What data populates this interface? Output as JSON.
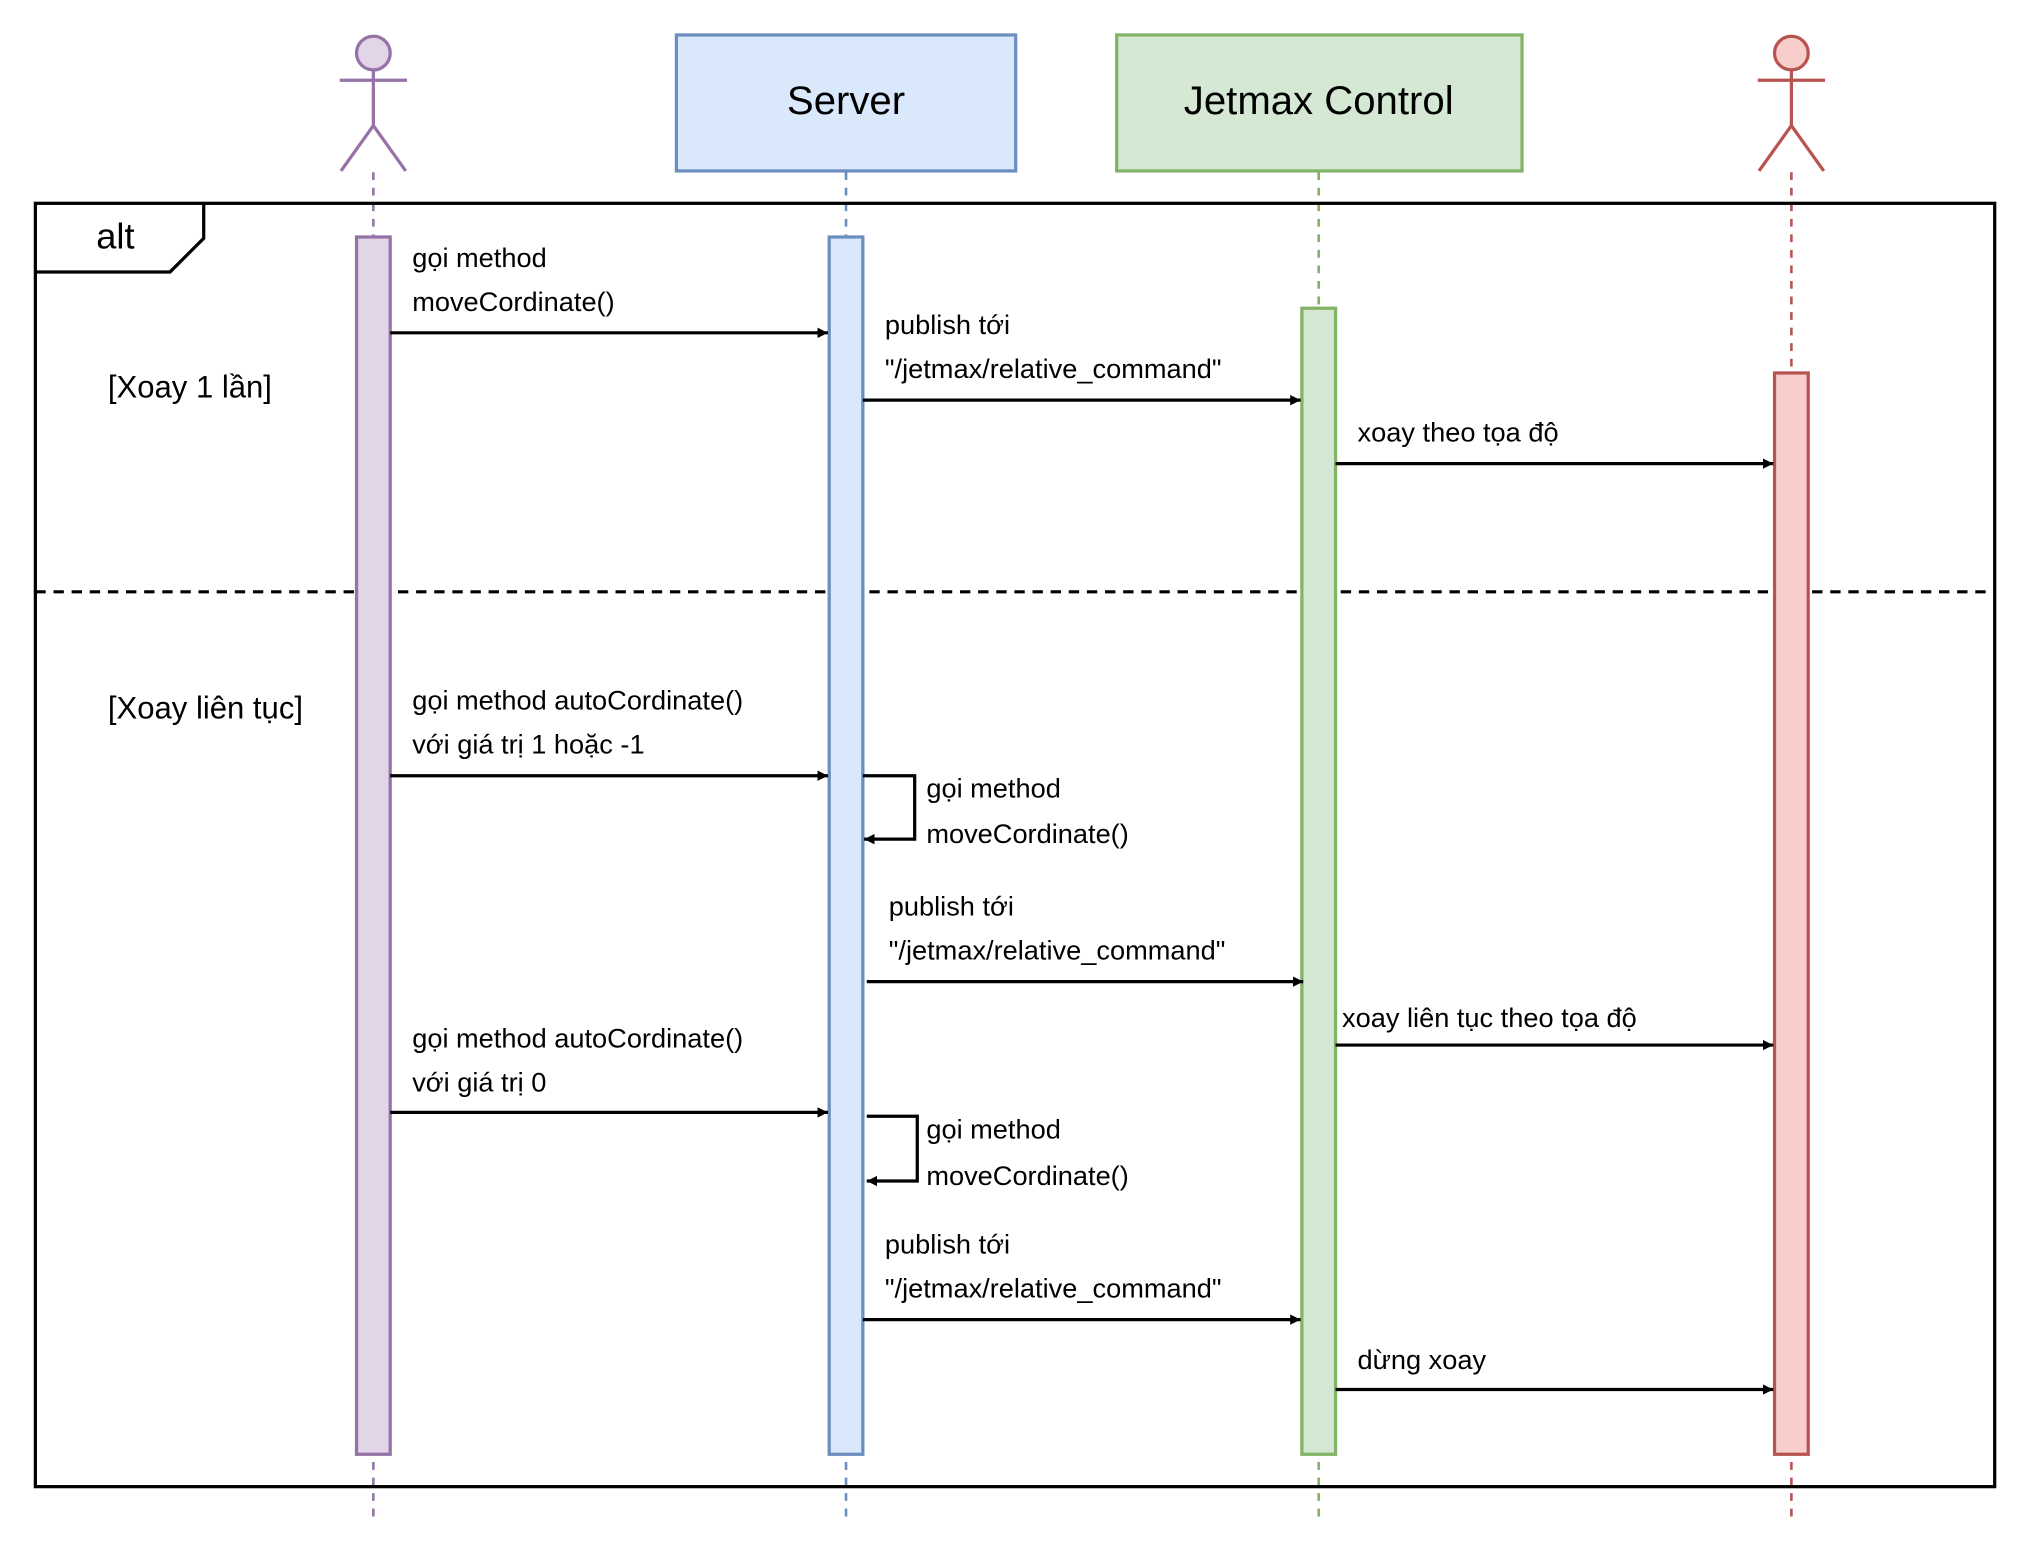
{
  "participants": [
    {
      "kind": "actor",
      "label": "",
      "stroke": "#9673a6",
      "fill": "#e1d5e7"
    },
    {
      "kind": "box",
      "label": "Server",
      "stroke": "#6c8ebf",
      "fill": "#dae8fc"
    },
    {
      "kind": "box",
      "label": "Jetmax Control",
      "stroke": "#82b366",
      "fill": "#d5e8d4"
    },
    {
      "kind": "actor",
      "label": "",
      "stroke": "#b85450",
      "fill": "#f8cecc"
    }
  ],
  "fragment": {
    "operator": "alt",
    "guards": [
      "[Xoay 1 lần]",
      "[Xoay liên tục]"
    ]
  },
  "messages": [
    {
      "from": 0,
      "to": 1,
      "lines": [
        "gọi method",
        "moveCordinate()"
      ]
    },
    {
      "from": 1,
      "to": 2,
      "lines": [
        "publish tới",
        "\"/jetmax/relative_command\""
      ]
    },
    {
      "from": 2,
      "to": 3,
      "lines": [
        "xoay theo tọa độ"
      ]
    },
    {
      "from": 0,
      "to": 1,
      "lines": [
        "gọi method autoCordinate()",
        "với giá trị 1 hoặc -1"
      ]
    },
    {
      "from": 1,
      "to": 1,
      "lines": [
        "gọi method",
        "moveCordinate()"
      ]
    },
    {
      "from": 1,
      "to": 2,
      "lines": [
        "publish tới",
        "\"/jetmax/relative_command\""
      ]
    },
    {
      "from": 2,
      "to": 3,
      "lines": [
        "xoay liên tục theo tọa độ"
      ]
    },
    {
      "from": 0,
      "to": 1,
      "lines": [
        "gọi method autoCordinate()",
        "với giá trị 0"
      ]
    },
    {
      "from": 1,
      "to": 1,
      "lines": [
        "gọi method",
        "moveCordinate()"
      ]
    },
    {
      "from": 1,
      "to": 2,
      "lines": [
        "publish tới",
        "\"/jetmax/relative_command\""
      ]
    },
    {
      "from": 2,
      "to": 3,
      "lines": [
        "dừng xoay"
      ]
    }
  ]
}
